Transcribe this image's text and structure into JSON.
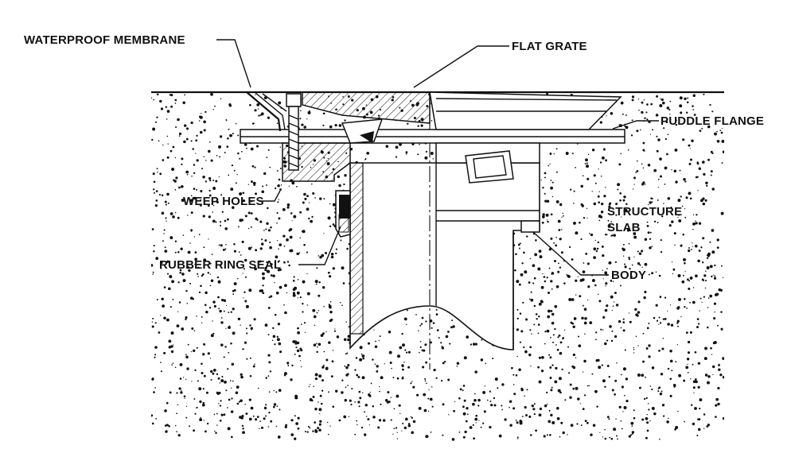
{
  "labels": {
    "waterproof_membrane": "WATERPROOF MEMBRANE",
    "flat_grate": "FLAT GRATE",
    "puddle_flange": "PUDDLE FLANGE",
    "weep_holes": "WEEP HOLES",
    "structure": "STRUCTURE",
    "slab": "SLAB",
    "rubber_ring_seal": "RUBBER RING SEAL",
    "body": "BODY"
  },
  "colors": {
    "ink": "#111111",
    "background": "#ffffff",
    "concrete": "#ffffff"
  }
}
